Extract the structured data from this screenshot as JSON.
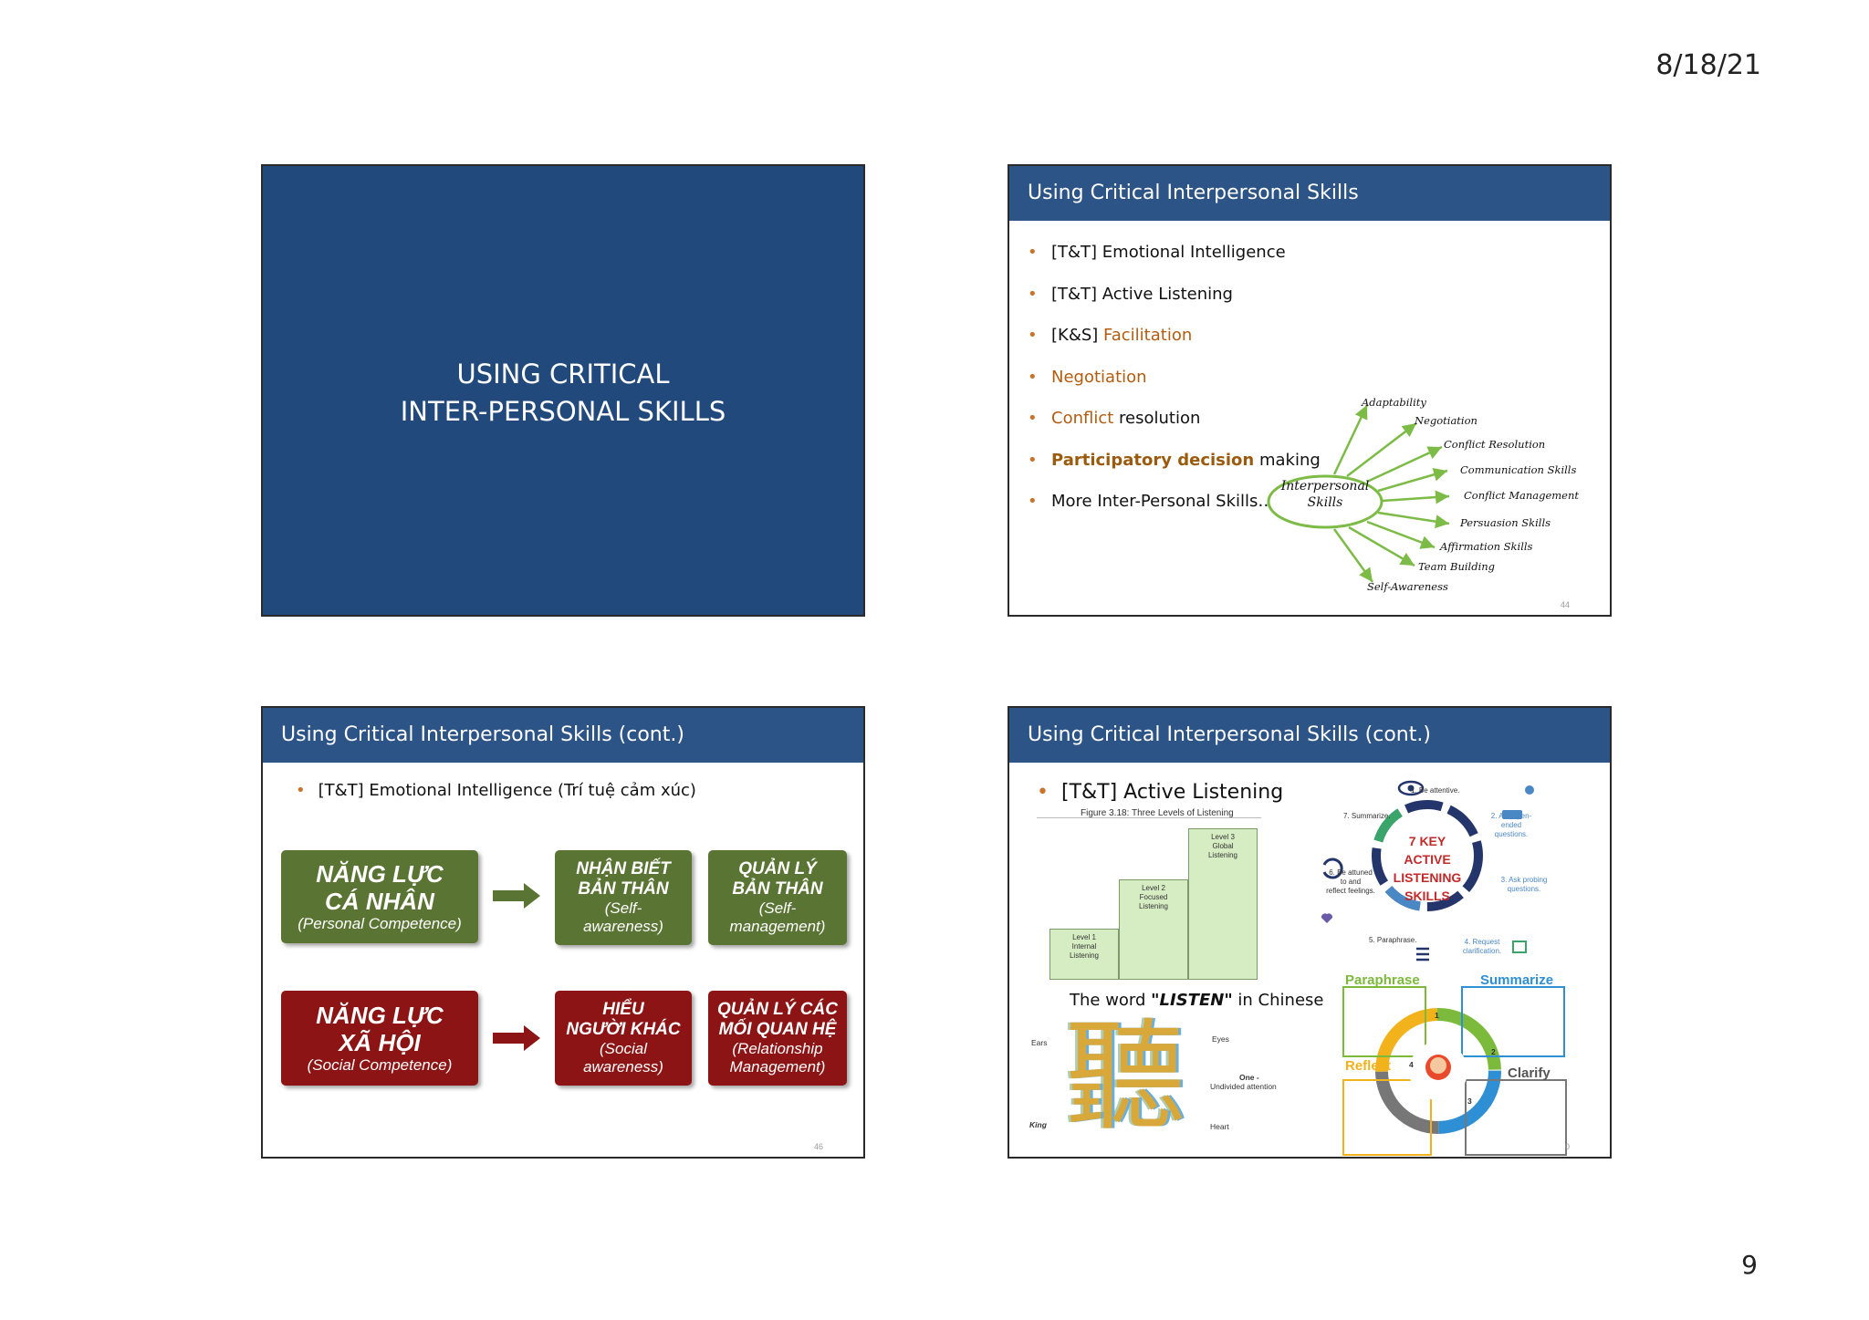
{
  "header": {
    "date": "8/18/21"
  },
  "footer": {
    "page_number": "9"
  },
  "slide1": {
    "title_line1": "USING CRITICAL",
    "title_line2": "INTER-PERSONAL SKILLS"
  },
  "slide2": {
    "title": "Using Critical Interpersonal Skills",
    "bullets": [
      {
        "prefix": "[T&T] Emotional Intelligence",
        "accent": "",
        "suffix": ""
      },
      {
        "prefix": "[T&T] Active Listening",
        "accent": "",
        "suffix": ""
      },
      {
        "prefix": "[K&S] ",
        "accent": "Facilitation",
        "suffix": ""
      },
      {
        "prefix": "",
        "accent": "Negotiation",
        "suffix": ""
      },
      {
        "prefix": "",
        "accent": "Conflict",
        "suffix": " resolution"
      },
      {
        "prefix": "",
        "accent": "Participatory decision",
        "suffix": " making"
      },
      {
        "prefix": "More Inter-Personal Skills…",
        "accent": "",
        "suffix": ""
      }
    ],
    "diagram": {
      "center_line1": "Interpersonal",
      "center_line2": "Skills",
      "labels": [
        "Adaptability",
        "Negotiation",
        "Conflict  Resolution",
        "Communication Skills",
        "Conflict Management",
        "Persuasion Skills",
        "Affirmation Skills",
        "Team Building",
        "Self-Awareness"
      ],
      "arrow_color": "#7dbb47"
    },
    "slide_number": "44"
  },
  "slide3": {
    "title": "Using Critical Interpersonal Skills (cont.)",
    "bullet": "[T&T] Emotional Intelligence (Trí tuệ cảm xúc)",
    "personal": {
      "line1": "NĂNG LỰC",
      "line2": "CÁ NHÂN",
      "sub": "(Personal Competence)"
    },
    "self_awareness": {
      "line1": "NHẬN BIẾT",
      "line2": "BẢN THÂN",
      "sub1": "(Self-",
      "sub2": "awareness)"
    },
    "self_management": {
      "line1": "QUẢN LÝ",
      "line2": "BẢN THÂN",
      "sub1": "(Self-",
      "sub2": "management)"
    },
    "social": {
      "line1": "NĂNG LỰC",
      "line2": "XÃ HỘI",
      "sub": "(Social Competence)"
    },
    "social_awareness": {
      "line1": "HIỂU",
      "line2": "NGƯỜI KHÁC",
      "sub1": "(Social",
      "sub2": "awareness)"
    },
    "relationship": {
      "line1": "QUẢN LÝ CÁC",
      "line2": "MỐI QUAN HỆ",
      "sub1": "(Relationship",
      "sub2": "Management)"
    },
    "colors": {
      "green": "#5a7433",
      "red": "#8c1414"
    },
    "slide_number": "46"
  },
  "slide4": {
    "title": "Using Critical Interpersonal Skills (cont.)",
    "bullet": "[T&T] Active Listening",
    "figure_caption": "Figure 3.18: Three Levels of Listening",
    "levels": [
      {
        "l1": "Level 1",
        "l2": "Internal",
        "l3": "Listening"
      },
      {
        "l1": "Level 2",
        "l2": "Focused",
        "l3": "Listening"
      },
      {
        "l1": "Level 3",
        "l2": "Global",
        "l3": "Listening"
      }
    ],
    "listen_prefix": "The word ",
    "listen_word": "\"LISTEN\"",
    "listen_suffix": " in Chinese",
    "chinese_char": "聽",
    "char_labels": {
      "ears": "Ears",
      "eyes": "Eyes",
      "one": "One -",
      "undivided": "Undivided attention",
      "king": "King",
      "heart": "Heart"
    },
    "key_skills": {
      "l1": "7 KEY",
      "l2": "ACTIVE",
      "l3": "LISTENING",
      "l4": "SKILLS"
    },
    "steps": {
      "s1": "1. Be attentive.",
      "s2a": "2. Ask open-ended",
      "s2b": "questions.",
      "s3a": "3. Ask probing",
      "s3b": "questions.",
      "s4a": "4. Request",
      "s4b": "clarification.",
      "s5": "5. Paraphrase.",
      "s6a": "6. Be attuned",
      "s6b": "to and",
      "s6c": "reflect feelings.",
      "s7": "7. Summarize."
    },
    "cycle": {
      "paraphrase": "Paraphrase",
      "summarize": "Summarize",
      "reflect": "Reflect",
      "clarify": "Clarify",
      "n1": "1",
      "n2": "2",
      "n3": "3",
      "n4": "4"
    },
    "slide_number": "0"
  }
}
